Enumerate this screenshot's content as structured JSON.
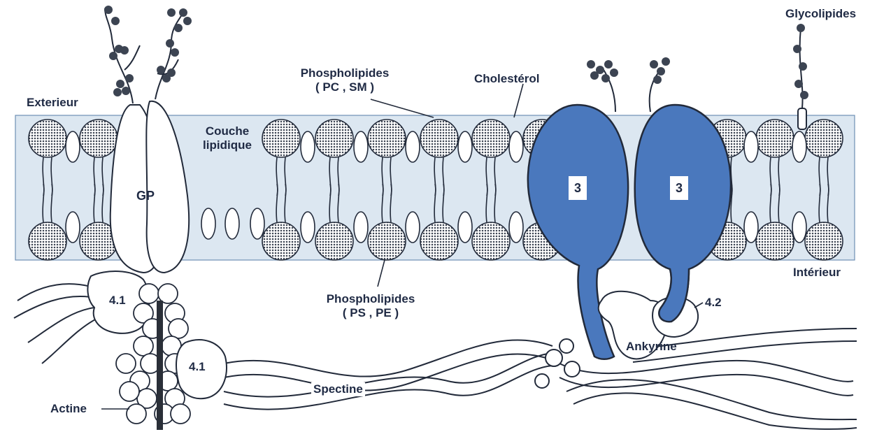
{
  "labels": {
    "exterieur": "Exterieur",
    "interieur": "Intérieur",
    "couche_line1": "Couche",
    "couche_line2": "lipidique",
    "phospho_top_line1": "Phospholipides",
    "phospho_top_line2": "( PC , SM )",
    "phospho_bottom_line1": "Phospholipides",
    "phospho_bottom_line2": "( PS , PE )",
    "cholesterol": "Cholestérol",
    "glycolipides": "Glycolipides",
    "gp": "GP",
    "band3_left": "3",
    "band3_right": "3",
    "protein_41_top": "4.1",
    "protein_41_bottom": "4.1",
    "protein_42": "4.2",
    "ankyrine": "Ankyrine",
    "spectine": "Spectine",
    "actine": "Actine"
  },
  "colors": {
    "membrane": "#dce7f1",
    "band3": "#4a78bd",
    "line": "#222a3a",
    "phospho_head": "#3c4452"
  }
}
